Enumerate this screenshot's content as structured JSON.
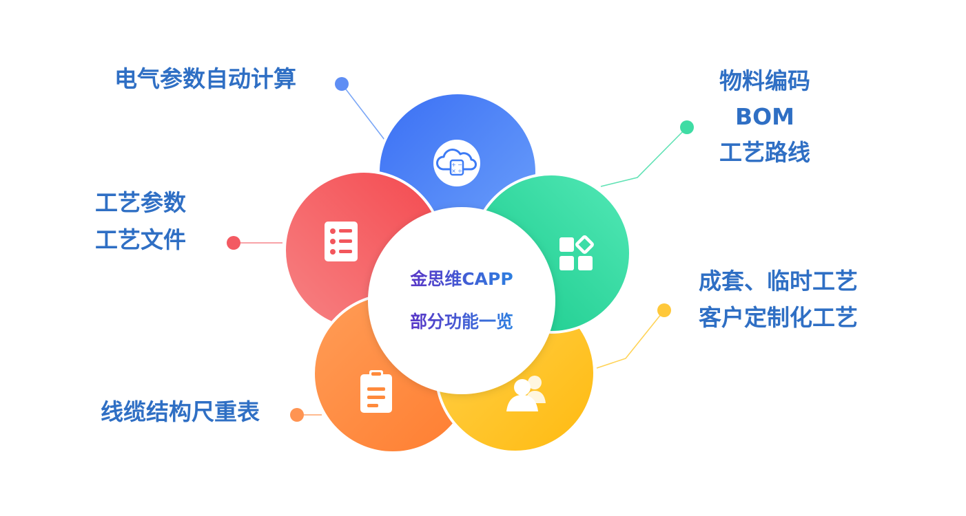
{
  "center": {
    "line1": "金思维CAPP",
    "line2": "部分功能一览"
  },
  "petals": [
    {
      "key": "blue",
      "icon": "cloud-calculator-icon",
      "color": "#3d7bf5",
      "color_light": "#6b9ffb",
      "lines": [
        "电气参数自动计算"
      ]
    },
    {
      "key": "green",
      "icon": "apps-grid-icon",
      "color": "#1fcf8f",
      "color_light": "#4ee6b3",
      "lines": [
        "物料编码",
        "BOM",
        "工艺路线"
      ]
    },
    {
      "key": "yellow",
      "icon": "users-icon",
      "color": "#ffc21a",
      "color_light": "#ffd455",
      "lines": [
        "成套、临时工艺",
        "客户定制化工艺"
      ]
    },
    {
      "key": "orange",
      "icon": "clipboard-icon",
      "color": "#ff8a3c",
      "color_light": "#ffa366",
      "lines": [
        "线缆结构尺重表"
      ]
    },
    {
      "key": "red",
      "icon": "list-icon",
      "color": "#f2565c",
      "color_light": "#f7797a",
      "lines": [
        "工艺参数",
        "工艺文件"
      ]
    }
  ],
  "chart_data": {
    "type": "diagram",
    "title": "",
    "center": "金思维CAPP 部分功能一览",
    "items": [
      "电气参数自动计算",
      "物料编码 / BOM / 工艺路线",
      "成套、临时工艺 / 客户定制化工艺",
      "线缆结构尺重表",
      "工艺参数 / 工艺文件"
    ]
  }
}
